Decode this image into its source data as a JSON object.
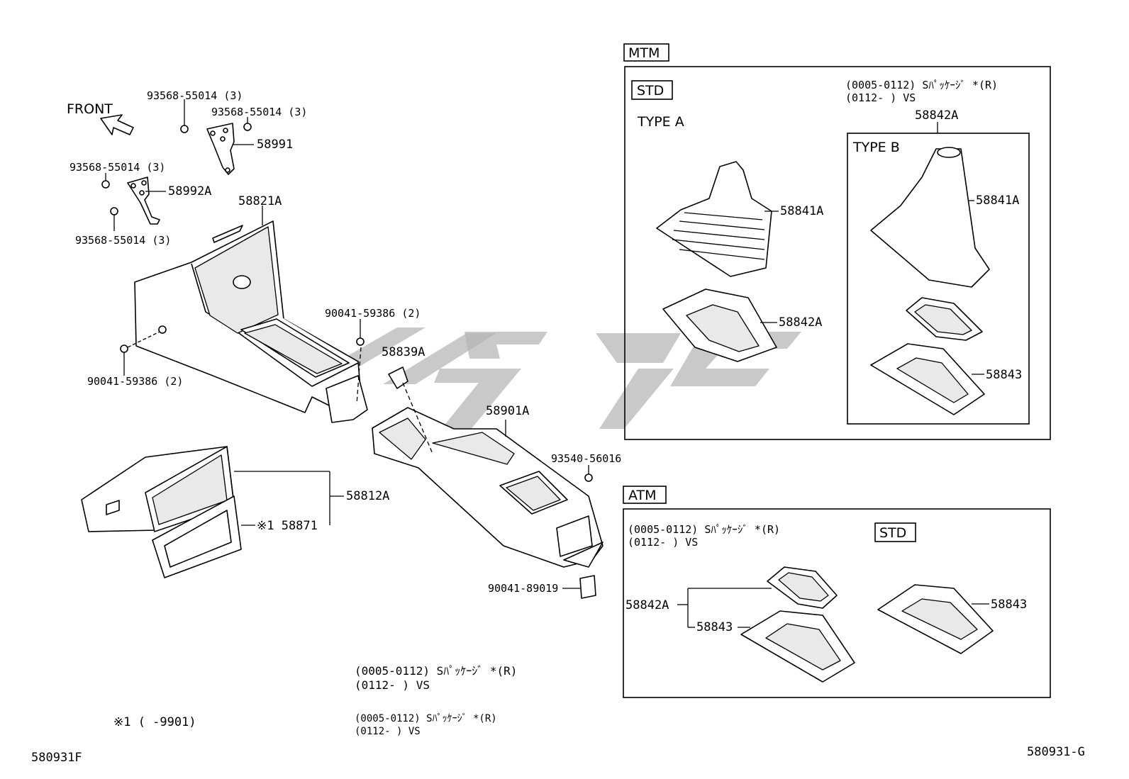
{
  "front_label": "FRONT",
  "left_callouts": {
    "bolt_top": "93568-55014 (3)",
    "bolt_right": "93568-55014 (3)",
    "bracket_58991": "58991",
    "bolt_left_upper": "93568-55014 (3)",
    "bracket_58992a": "58992A",
    "bolt_left_lower": "93568-55014 (3)",
    "console_front": "58821A",
    "screw_rear": "90041-59386 (2)",
    "screw_front": "90041-59386 (2)",
    "clip": "58839A",
    "console_rear": "58901A",
    "bolt_rear": "93540-56016",
    "clip_bottom": "90041-89019",
    "pocket": "58812A",
    "pocket_sub": "※1 58871"
  },
  "notes": {
    "block1_line1": "(0005-0112)  Sﾊﾟｯｹｰｼﾞ  *(R)",
    "block1_line2": "(0112-      )  VS",
    "block2_line1": "(0005-0112)  Sﾊﾟｯｹｰｼﾞ  *(R)",
    "block2_line2": "(0112-      )  VS",
    "footnote": "※1  (      -9901)",
    "code_left": "580931F",
    "code_right": "580931-G"
  },
  "mtm": {
    "tag": "MTM",
    "std_tag": "STD",
    "type_a": "TYPE A",
    "type_a_boot": "58841A",
    "type_a_plate": "58842A",
    "note_line1": "(0005-0112)  Sﾊﾟｯｹｰｼﾞ  *(R)",
    "note_line2": "(0112-      )  VS",
    "type_b_assy": "58842A",
    "type_b": "TYPE B",
    "type_b_boot": "58841A",
    "type_b_plate": "58843"
  },
  "atm": {
    "tag": "ATM",
    "std_tag": "STD",
    "note_line1": "(0005-0112)  Sﾊﾟｯｹｰｼﾞ  *(R)",
    "note_line2": "(0112-      )  VS",
    "assy": "58842A",
    "plate_sub": "58843",
    "std_plate": "58843"
  }
}
